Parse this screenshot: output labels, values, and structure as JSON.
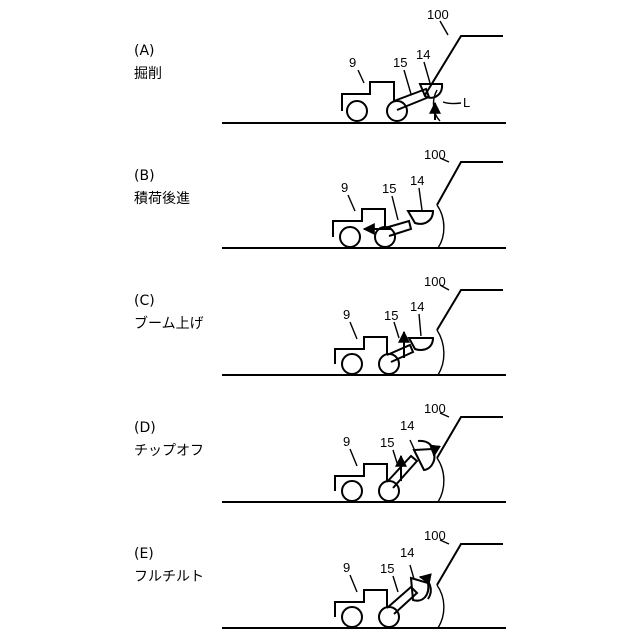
{
  "panels": [
    {
      "letter": "(A)",
      "title": "掘削",
      "refs": {
        "vehicle": "9",
        "boom": "15",
        "bucket": "14",
        "pile": "100",
        "line": "L"
      }
    },
    {
      "letter": "(B)",
      "title": "積荷後進",
      "refs": {
        "vehicle": "9",
        "boom": "15",
        "bucket": "14",
        "pile": "100"
      }
    },
    {
      "letter": "(C)",
      "title": "ブーム上げ",
      "refs": {
        "vehicle": "9",
        "boom": "15",
        "bucket": "14",
        "pile": "100"
      }
    },
    {
      "letter": "(D)",
      "title": "チップオフ",
      "refs": {
        "vehicle": "9",
        "boom": "15",
        "bucket": "14",
        "pile": "100"
      }
    },
    {
      "letter": "(E)",
      "title": "フルチルト",
      "refs": {
        "vehicle": "9",
        "boom": "15",
        "bucket": "14",
        "pile": "100"
      }
    }
  ]
}
